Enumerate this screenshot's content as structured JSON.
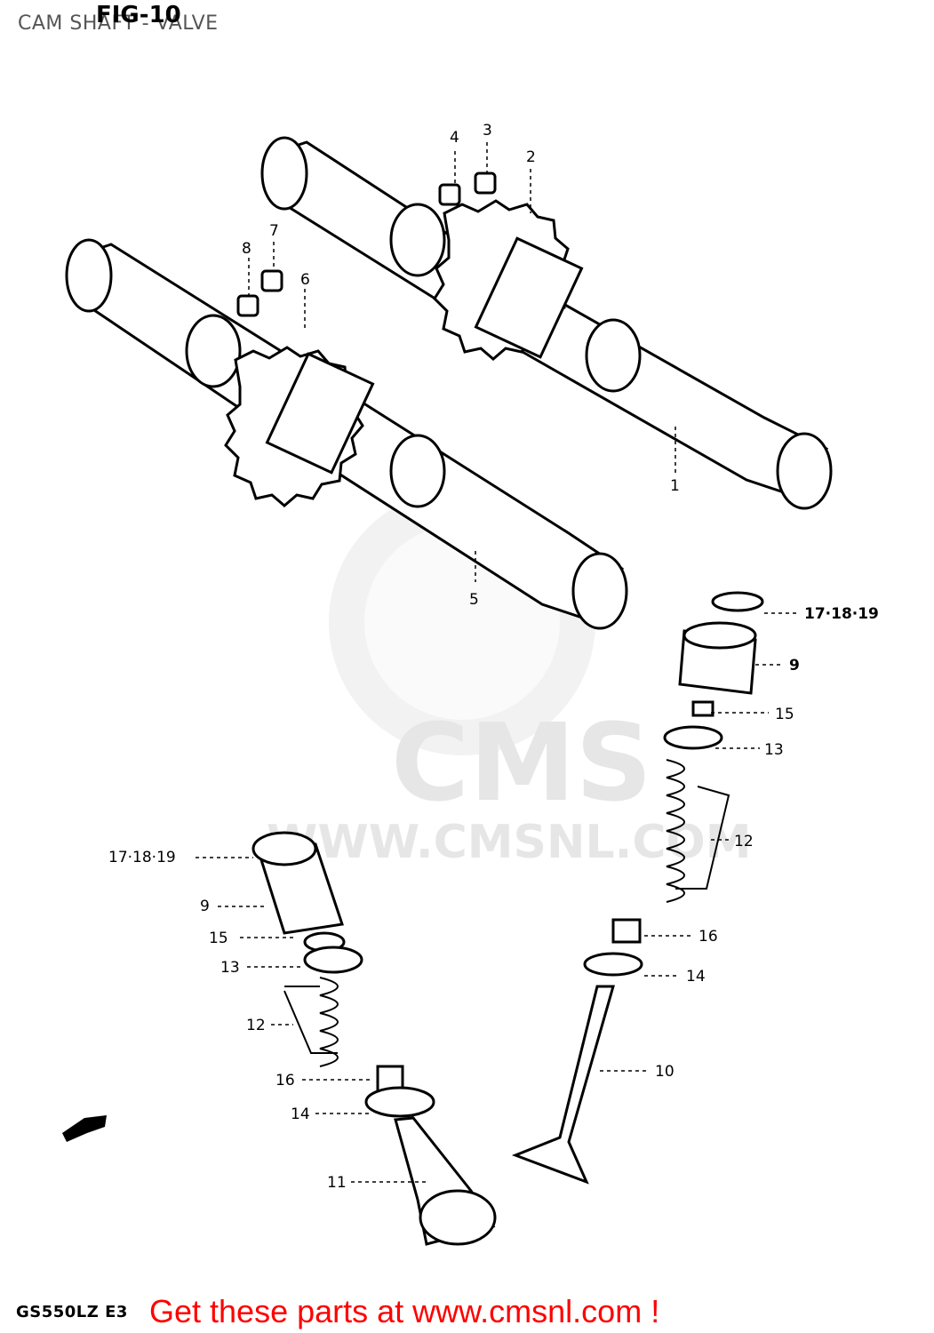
{
  "header": {
    "title": "CAM SHAFT - VALVE",
    "figure": "FIG-10"
  },
  "footer": {
    "model_code": "GS550LZ E3",
    "promo": "Get these parts at www.cmsnl.com !"
  },
  "watermark": {
    "brand": "CMS",
    "url": "WWW.CMSNL.COM"
  },
  "callouts": {
    "c1": "1",
    "c2": "2",
    "c3": "3",
    "c4": "4",
    "c5": "5",
    "c6": "6",
    "c7": "7",
    "c8": "8",
    "c9a": "9",
    "c9b": "9",
    "c10": "10",
    "c11": "11",
    "c12a": "12",
    "c12b": "12",
    "c13a": "13",
    "c13b": "13",
    "c14a": "14",
    "c14b": "14",
    "c15a": "15",
    "c15b": "15",
    "c16a": "16",
    "c16b": "16",
    "c17a": "17·18·19",
    "c17b": "17·18·19"
  },
  "colors": {
    "promo": "#ff0000",
    "watermark": "#e6e6e6",
    "line": "#000000"
  }
}
